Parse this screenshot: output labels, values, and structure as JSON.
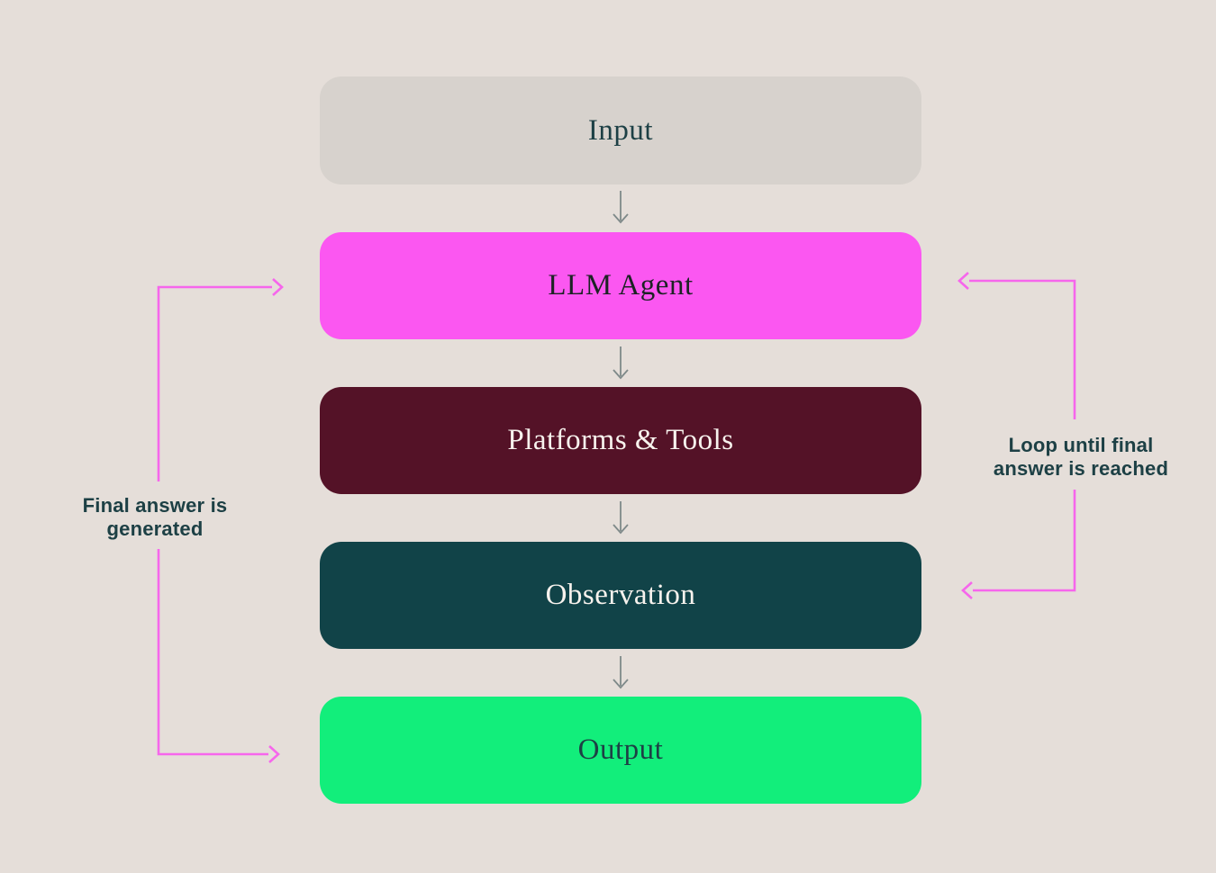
{
  "colors": {
    "bg": "#e5ded9",
    "box-input": "#d7d2cd",
    "box-llm": "#fb57f1",
    "box-platforms": "#541227",
    "box-observation": "#114348",
    "box-output": "#12ee7b",
    "text-dark": "#1d4045",
    "text-on-llm": "#1c2324",
    "text-light": "#f7f2ed",
    "arrow-gray": "#7e8989",
    "connector-pink": "#f666ec"
  },
  "diagram": {
    "title": "LLM Agent loop flowchart",
    "nodes": [
      {
        "id": "input",
        "label": "Input"
      },
      {
        "id": "llm-agent",
        "label": "LLM Agent"
      },
      {
        "id": "platforms-tools",
        "label": "Platforms & Tools"
      },
      {
        "id": "observation",
        "label": "Observation"
      },
      {
        "id": "output",
        "label": "Output"
      }
    ],
    "flow_arrows": [
      {
        "from": "input",
        "to": "llm-agent"
      },
      {
        "from": "llm-agent",
        "to": "platforms-tools"
      },
      {
        "from": "platforms-tools",
        "to": "observation"
      },
      {
        "from": "observation",
        "to": "output"
      }
    ],
    "annotations": {
      "left": {
        "line1": "Final answer is",
        "line2": "generated"
      },
      "right": {
        "line1": "Loop until final",
        "line2": "answer is reached"
      }
    }
  }
}
